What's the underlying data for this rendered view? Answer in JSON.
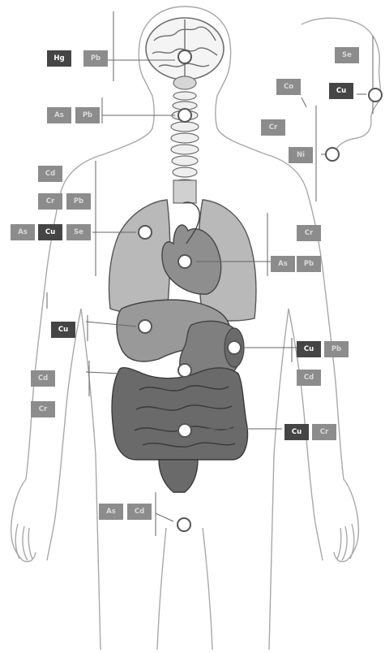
{
  "diagram": {
    "colors": {
      "tag_light": "#8c8c8c",
      "tag_dark": "#454545",
      "organ_dark": "#7a7a7a",
      "organ_light": "#b3b3b3",
      "outline": "#9a9a9a"
    },
    "labels": {
      "brain": [
        "Hg",
        "Pb"
      ],
      "head_side": [
        "Se",
        "Cu",
        "Co",
        "Cr",
        "Ni"
      ],
      "spine": [
        "As",
        "Pb"
      ],
      "lung_left": [
        "Cd",
        "Cr",
        "Pb",
        "As",
        "Cu",
        "Se"
      ],
      "lung_right": [
        "Cr",
        "As",
        "Pb"
      ],
      "liver": [
        "Cu"
      ],
      "arm": [
        "Cd",
        "Cr"
      ],
      "kidney": [
        "Cu",
        "Pb",
        "Cd"
      ],
      "intestine": [
        "Cu",
        "Cr"
      ],
      "lower": [
        "As",
        "Cd"
      ]
    }
  }
}
